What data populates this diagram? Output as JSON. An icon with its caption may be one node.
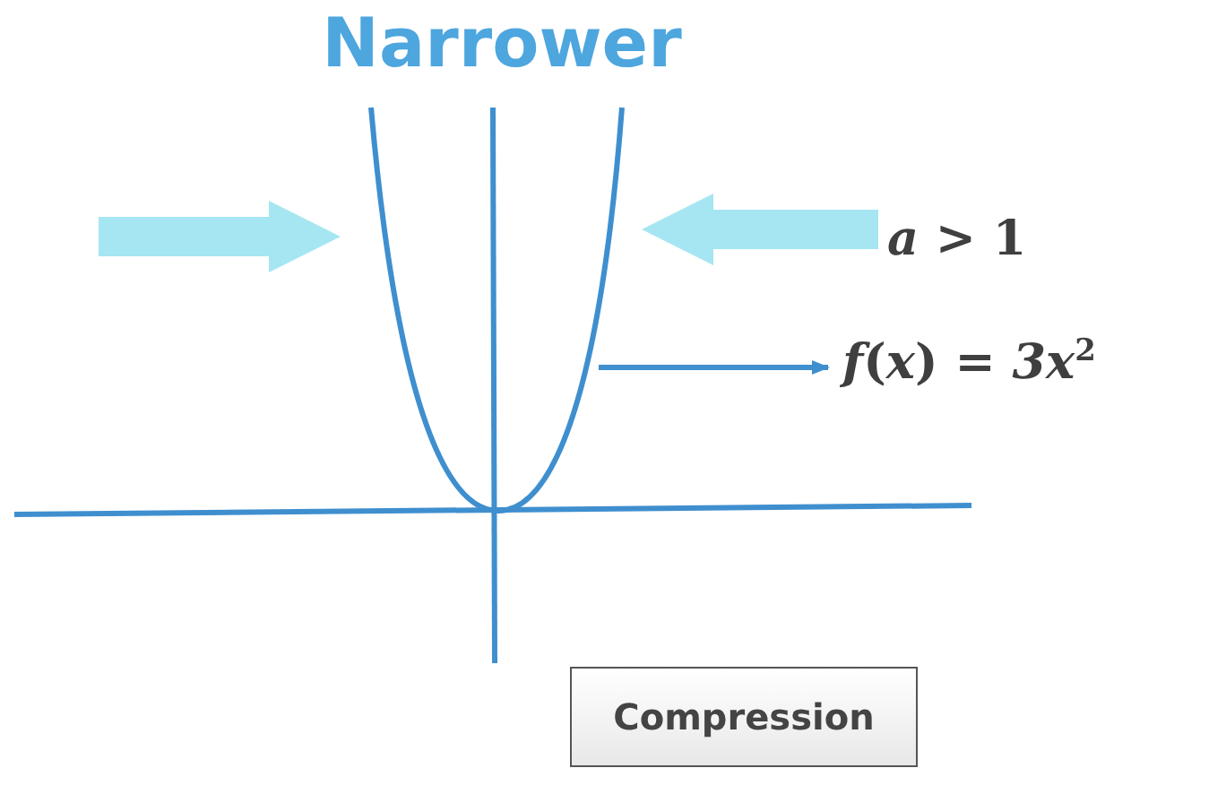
{
  "diagram": {
    "title": "Narrower",
    "nodes": [
      {
        "text": [],
        "shape": "curve"
      },
      {
        "text": [
          "*f*(*x*) =  *3x*$^{2}$"
        ]
      },
      {
        "text": [
          "Compression"
        ]
      }
    ],
    "edges": [
      {
        "from": 0,
        "to": 1,
        "arrow": "to"
      }
    ],
    "labels": [
      "*a* > 1"
    ]
  }
}
